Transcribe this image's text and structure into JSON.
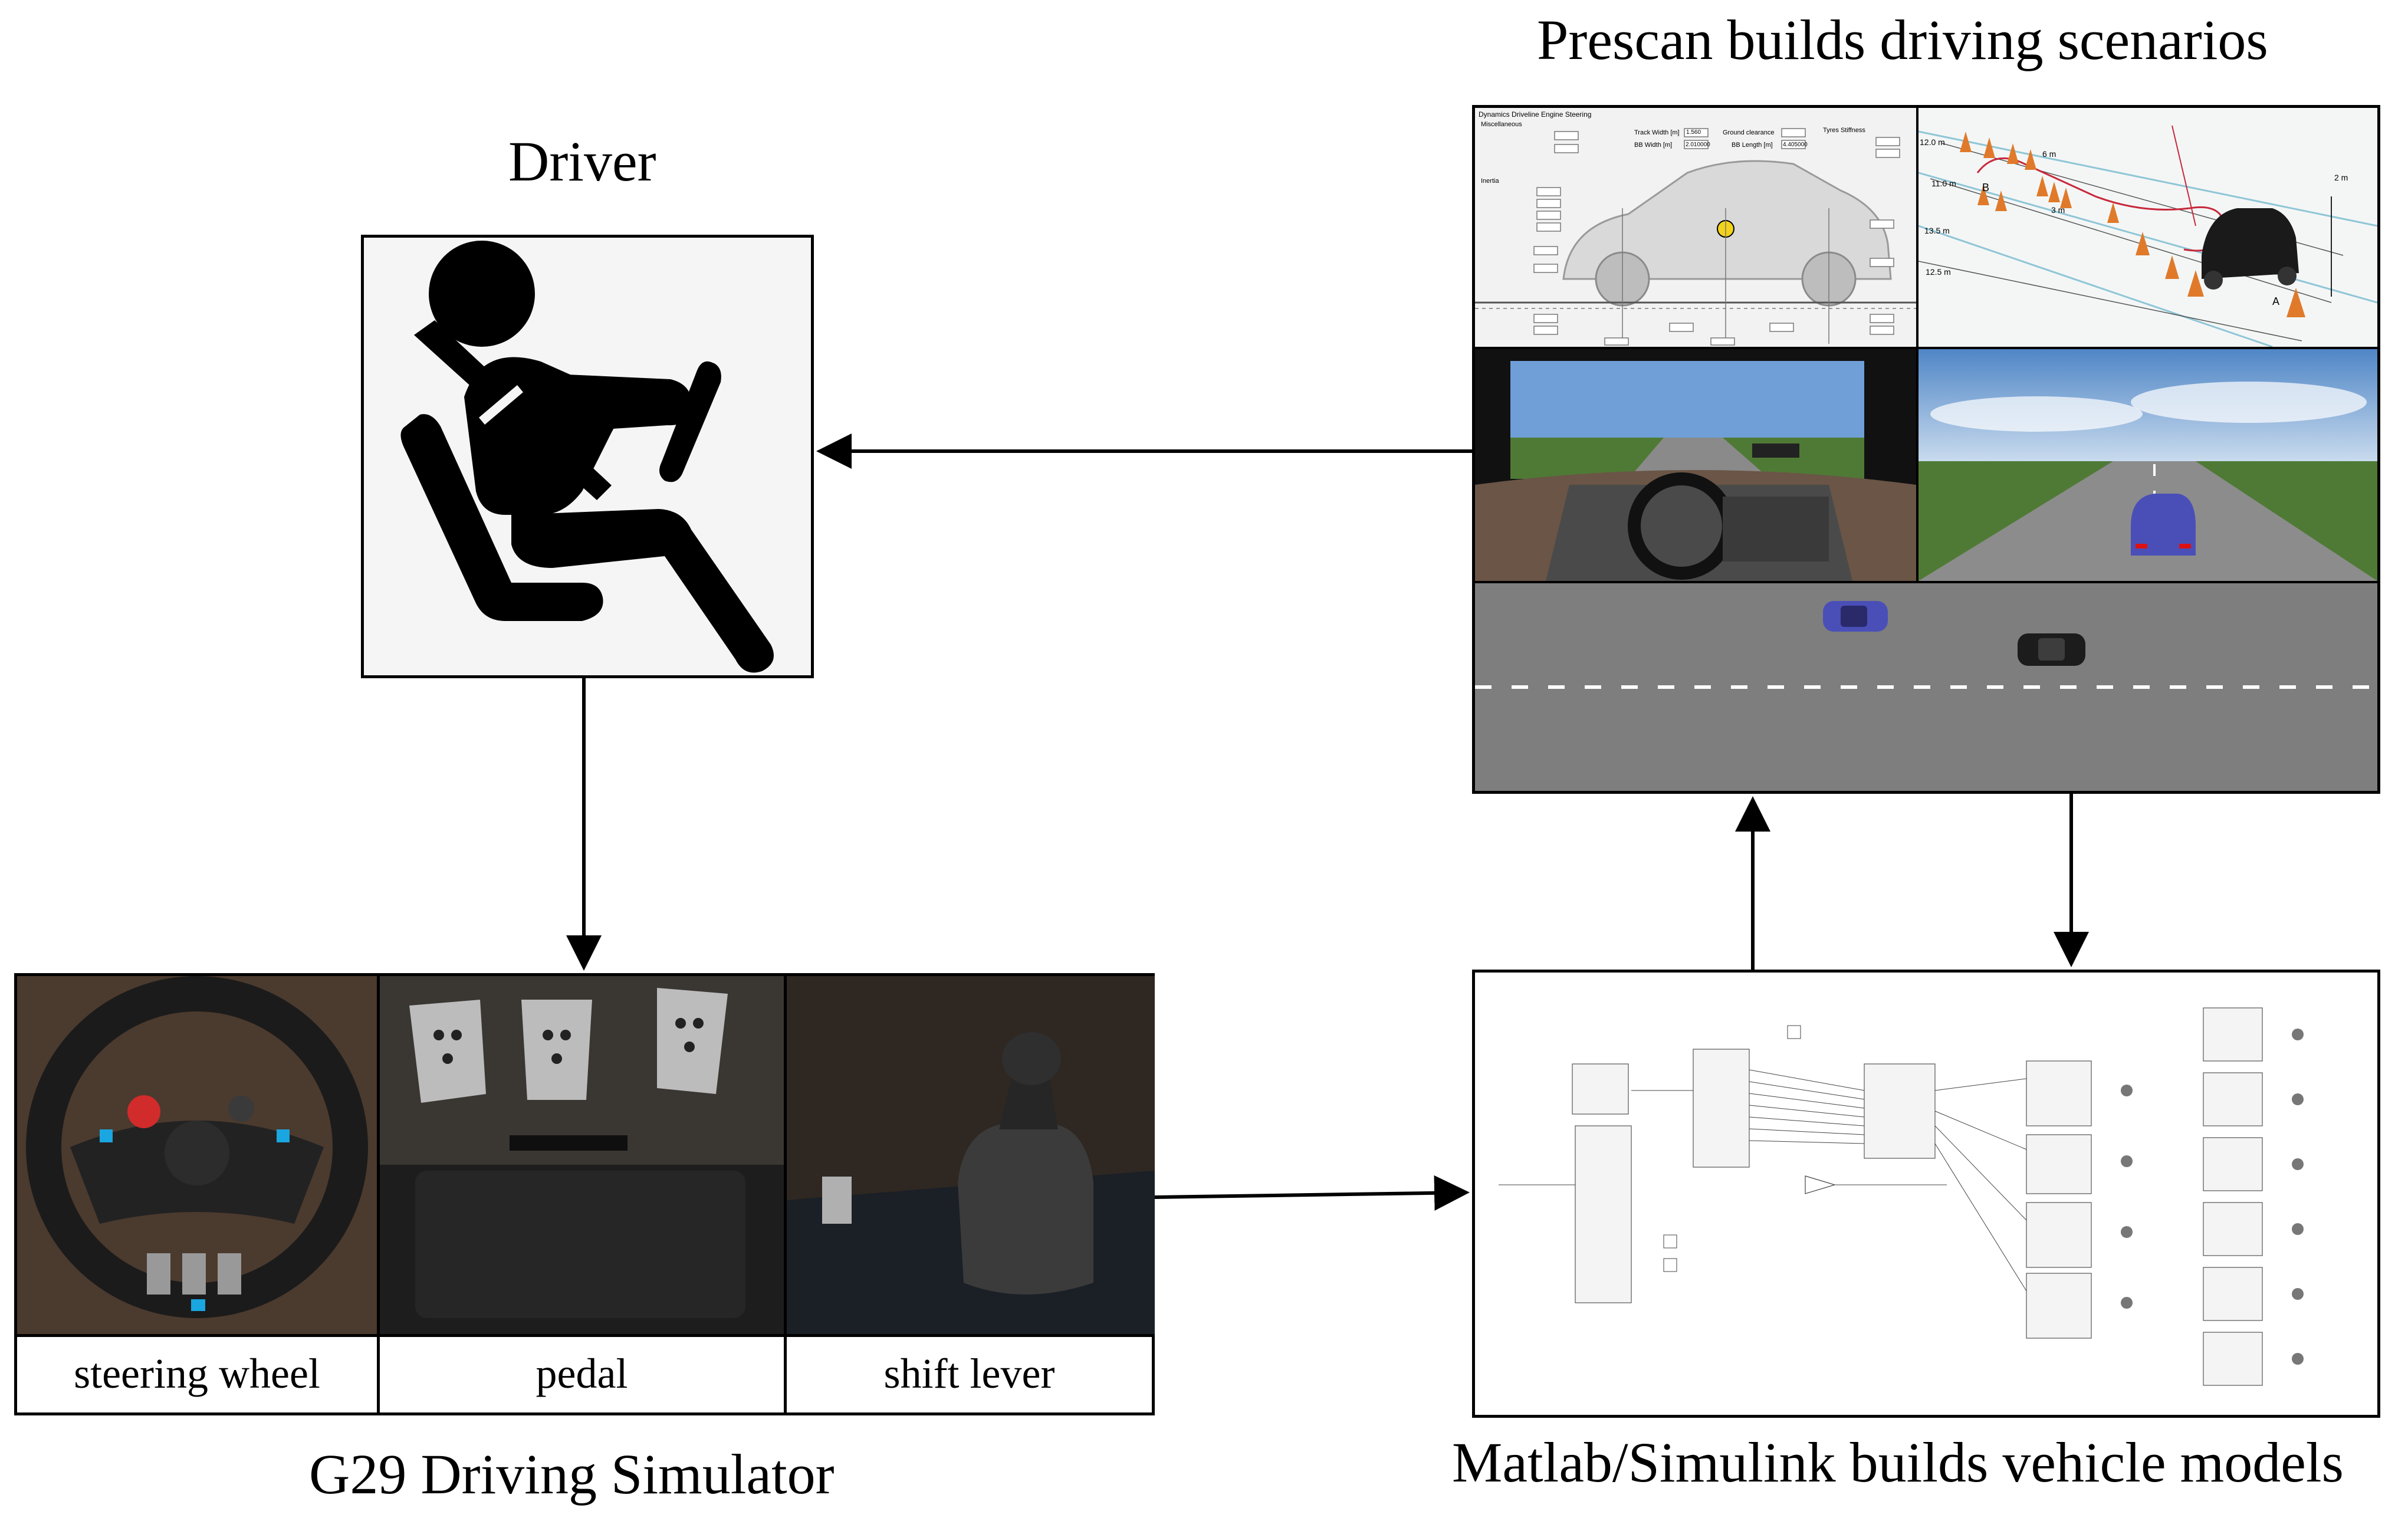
{
  "titles": {
    "driver": "Driver",
    "prescan": "Prescan builds driving scenarios",
    "g29": "G29 Driving Simulator",
    "simulink": "Matlab/Simulink builds vehicle models"
  },
  "simulator_parts": [
    {
      "label": "steering wheel"
    },
    {
      "label": "pedal"
    },
    {
      "label": "shift lever"
    }
  ],
  "prescan_panels": {
    "dynamics_tabs": "Dynamics  Driveline  Engine  Steering",
    "misc_header": "Miscellaneous",
    "inertia_header": "Inertia",
    "tyre_header": "Tyres Stiffness",
    "track_width": "Track Width [m]",
    "ground_clearance": "Ground clearance",
    "bb_width": "BB Width [m]",
    "bb_length": "BB Length [m]",
    "track_width_val": "1.560",
    "bb_width_val": "2.010000",
    "bb_length_val": "4.405000",
    "cone_labels": [
      "12.0 m",
      "11.0 m",
      "13.5 m",
      "12.5 m",
      "6 m",
      "3 m",
      "2 m",
      "B",
      "A"
    ]
  },
  "colors": {
    "line": "#000000",
    "grass": "#4f7a35",
    "sky": "#6f9fd6",
    "road": "#7e7e7e",
    "cone": "#e07a2a",
    "simulink_block": "#f4f4f4"
  }
}
